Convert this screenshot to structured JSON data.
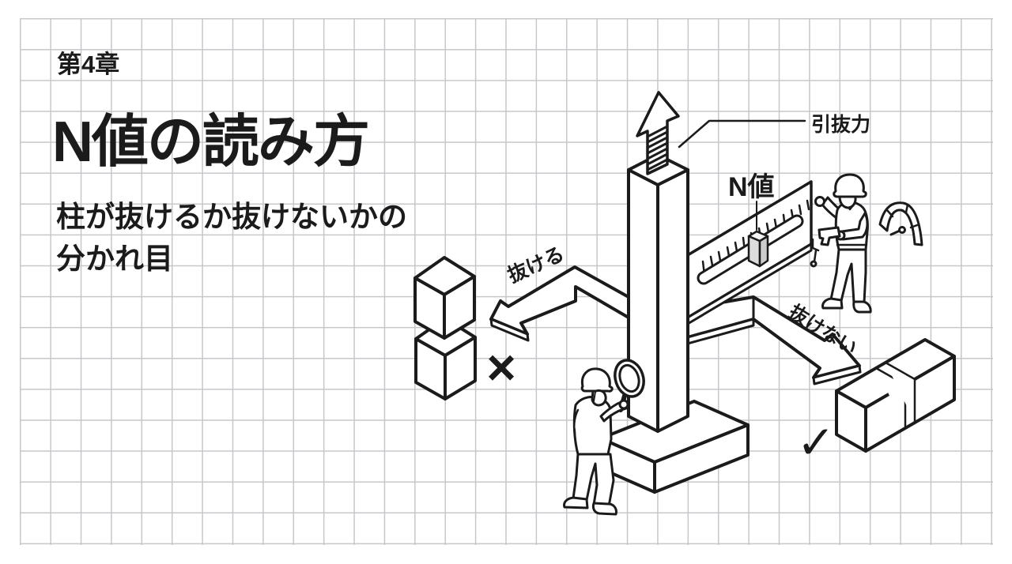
{
  "colors": {
    "ink": "#1b1b1b",
    "paper": "#ffffff",
    "grid_line": "#c7c7cb",
    "slider_gray": "#dcdcdc"
  },
  "header": {
    "chapter": "第4章",
    "title": "N値の読み方",
    "subtitle_line1": "柱が抜けるか抜けないかの",
    "subtitle_line2": "分かれ目"
  },
  "illustration": {
    "pull_force_label": "引抜力",
    "n_value_label": "N値",
    "route_pull_out_label": "抜ける",
    "route_not_pull_out_label": "抜けない",
    "crossmark_glyph": "×",
    "checkmark_glyph": "✓",
    "icons": {
      "up_arrow_icon": "striped upward pull arrow",
      "gauge_icon": "tilted meter arc with needle",
      "magnifier_icon": "magnifying glass",
      "crossmark_icon": "×",
      "checkmark_icon": "✓"
    }
  }
}
